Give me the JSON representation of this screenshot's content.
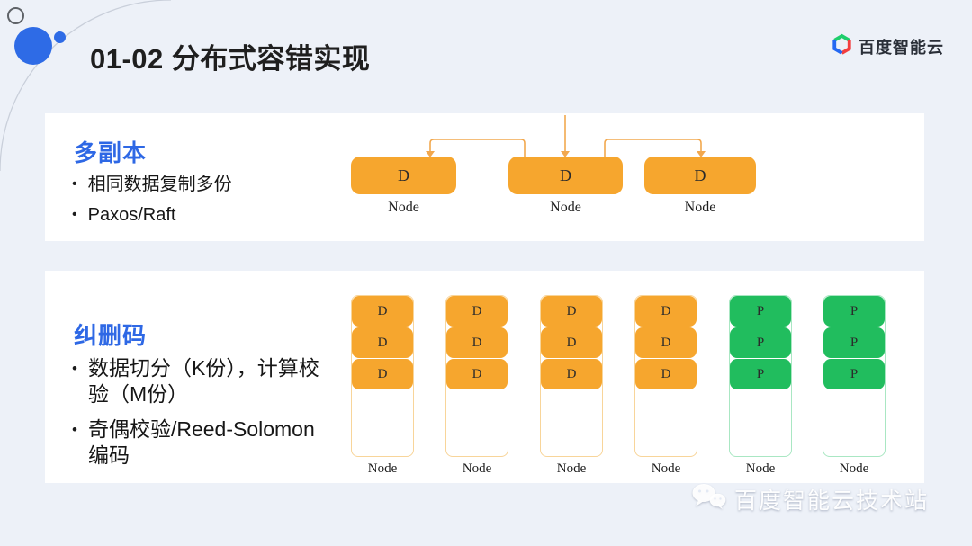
{
  "title": "01-02 分布式容错实现",
  "brand": {
    "name": "百度智能云",
    "icon": "baidu-cloud-hexagon-icon"
  },
  "watermark": {
    "text": "百度智能云技术站",
    "icon": "wechat-icon"
  },
  "colors": {
    "background": "#EDF1F8",
    "panel": "#FFFFFF",
    "accent_blue": "#2E68E5",
    "data_orange": "#F6A62E",
    "parity_green": "#21BD5E",
    "arrow_orange": "#F2A84E"
  },
  "replication": {
    "heading": "多副本",
    "bullets": [
      "相同数据复制多份",
      "Paxos/Raft"
    ],
    "nodes": [
      {
        "block": "D",
        "label": "Node"
      },
      {
        "block": "D",
        "label": "Node"
      },
      {
        "block": "D",
        "label": "Node"
      }
    ]
  },
  "erasure": {
    "heading": "纠删码",
    "bullets": [
      "数据切分（K份），计算校\n验（M份）",
      "奇偶校验/Reed-Solomon\n编码"
    ],
    "columns": [
      {
        "type": "data",
        "cells": [
          "D",
          "D",
          "D"
        ],
        "label": "Node"
      },
      {
        "type": "data",
        "cells": [
          "D",
          "D",
          "D"
        ],
        "label": "Node"
      },
      {
        "type": "data",
        "cells": [
          "D",
          "D",
          "D"
        ],
        "label": "Node"
      },
      {
        "type": "data",
        "cells": [
          "D",
          "D",
          "D"
        ],
        "label": "Node"
      },
      {
        "type": "parity",
        "cells": [
          "P",
          "P",
          "P"
        ],
        "label": "Node"
      },
      {
        "type": "parity",
        "cells": [
          "P",
          "P",
          "P"
        ],
        "label": "Node"
      }
    ]
  }
}
